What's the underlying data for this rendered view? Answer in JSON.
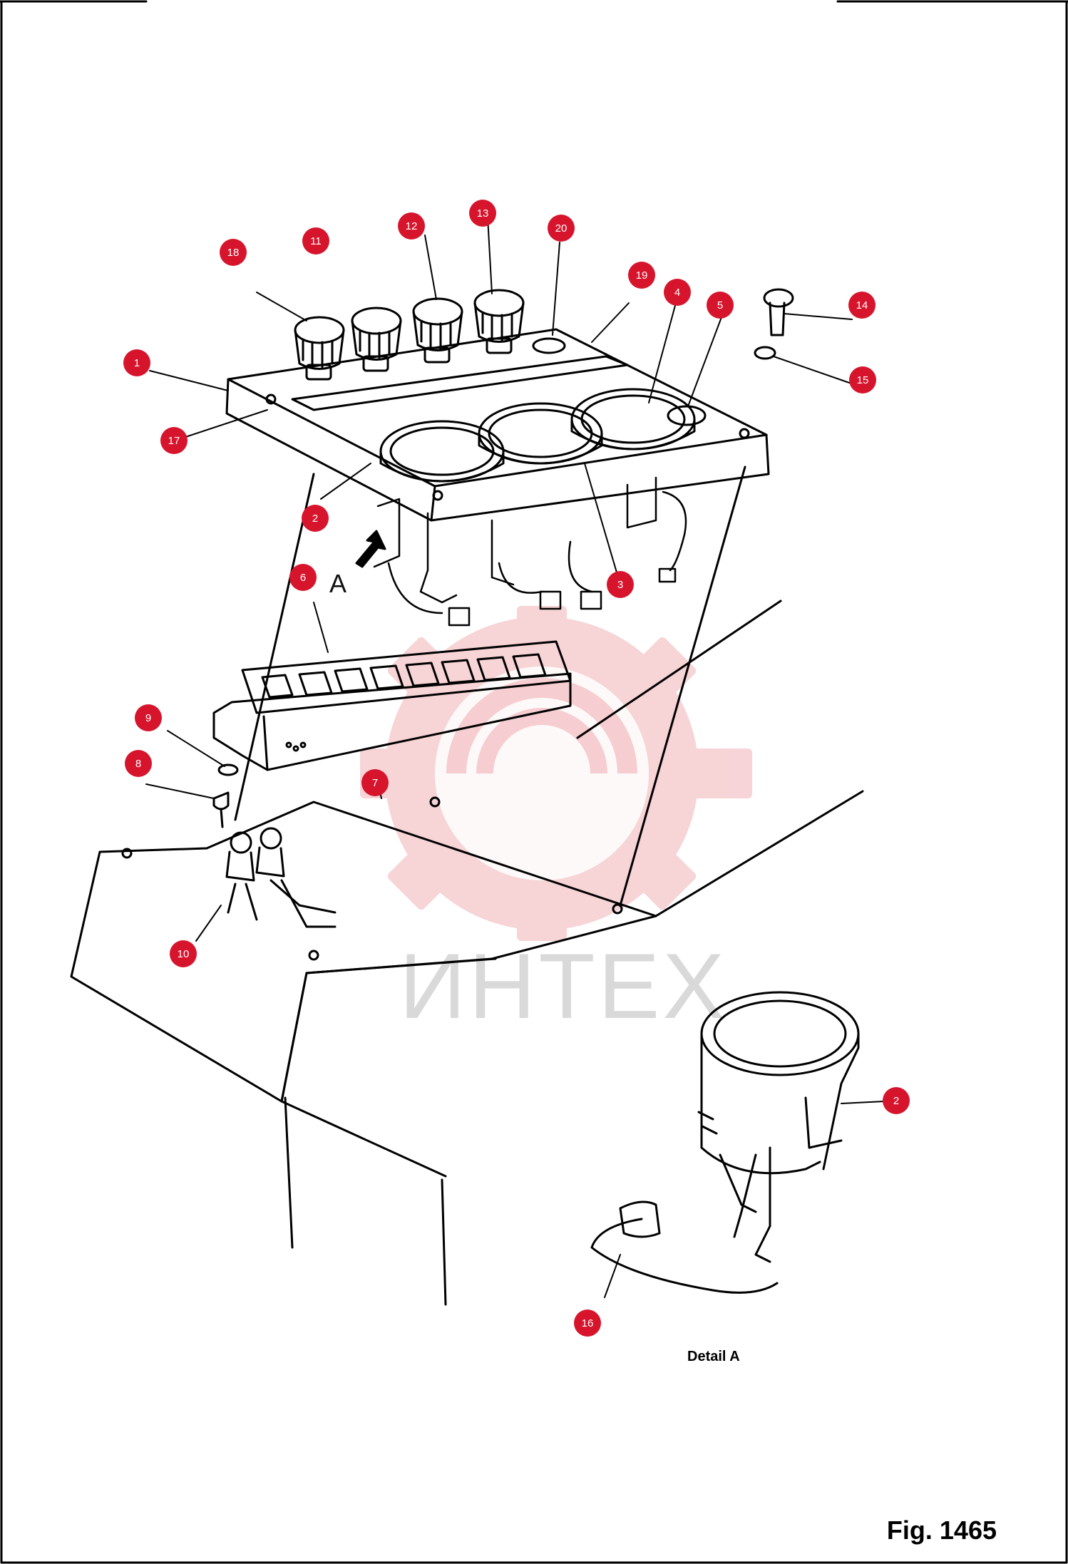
{
  "figure_label": "Fig. 1465",
  "detail_label": "Detail A",
  "view_marker": "A",
  "watermark": {
    "text": "ИНТЕХ",
    "color": "#f6c9cc"
  },
  "callout_color": "#d6152d",
  "callouts": [
    "1",
    "2",
    "3",
    "4",
    "5",
    "6",
    "7",
    "8",
    "9",
    "10",
    "11",
    "12",
    "13",
    "14",
    "15",
    "16",
    "17",
    "18",
    "19",
    "20",
    "2"
  ]
}
